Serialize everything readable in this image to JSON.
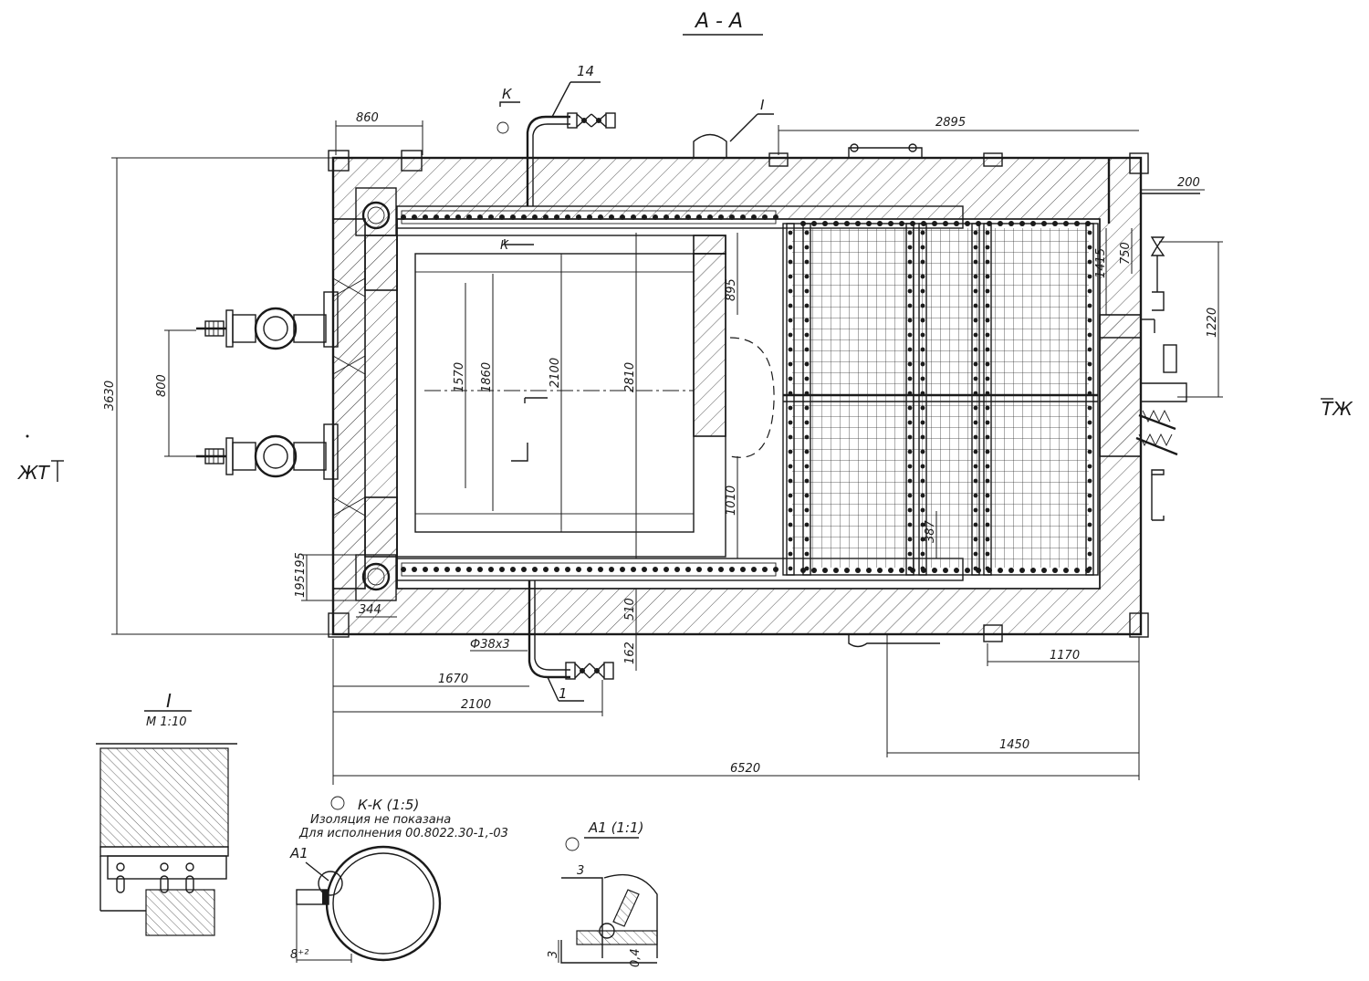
{
  "section_title": "А - А",
  "callouts": {
    "item_14": "14",
    "item_1": "1",
    "detail_I": "I",
    "section_K_top": "К",
    "section_K_inner": "К",
    "side_left": "ЖТ",
    "side_right": "ТЖ"
  },
  "dimensions": {
    "d860": "860",
    "d2895": "2895",
    "d200": "200",
    "d1415": "1415",
    "d750": "750",
    "d1220": "1220",
    "d3630": "3630",
    "d800": "800",
    "d1570": "1570",
    "d1860": "1860",
    "d2100v": "2100",
    "d2810": "2810",
    "d895": "895",
    "d1010": "1010",
    "d387": "387",
    "d195a": "195",
    "d195b": "195",
    "d344": "344",
    "d510": "510",
    "d162": "162",
    "pipe": "Ф38х3",
    "d1670": "1670",
    "d2100": "2100",
    "d1170": "1170",
    "d1450": "1450",
    "d6520": "6520"
  },
  "detail_I": {
    "title": "I",
    "scale": "М 1:10"
  },
  "detail_KK": {
    "title": "К-К (1:5)",
    "note1": "Изоляция не показана",
    "note2": "Для исполнения 00.8022.30-1,-03",
    "label_A1": "А1",
    "dim_8": "8⁺²"
  },
  "detail_A1": {
    "title": "А1 (1:1)",
    "dim_3a": "3",
    "dim_3b": "3",
    "dim_04": "0,4"
  }
}
